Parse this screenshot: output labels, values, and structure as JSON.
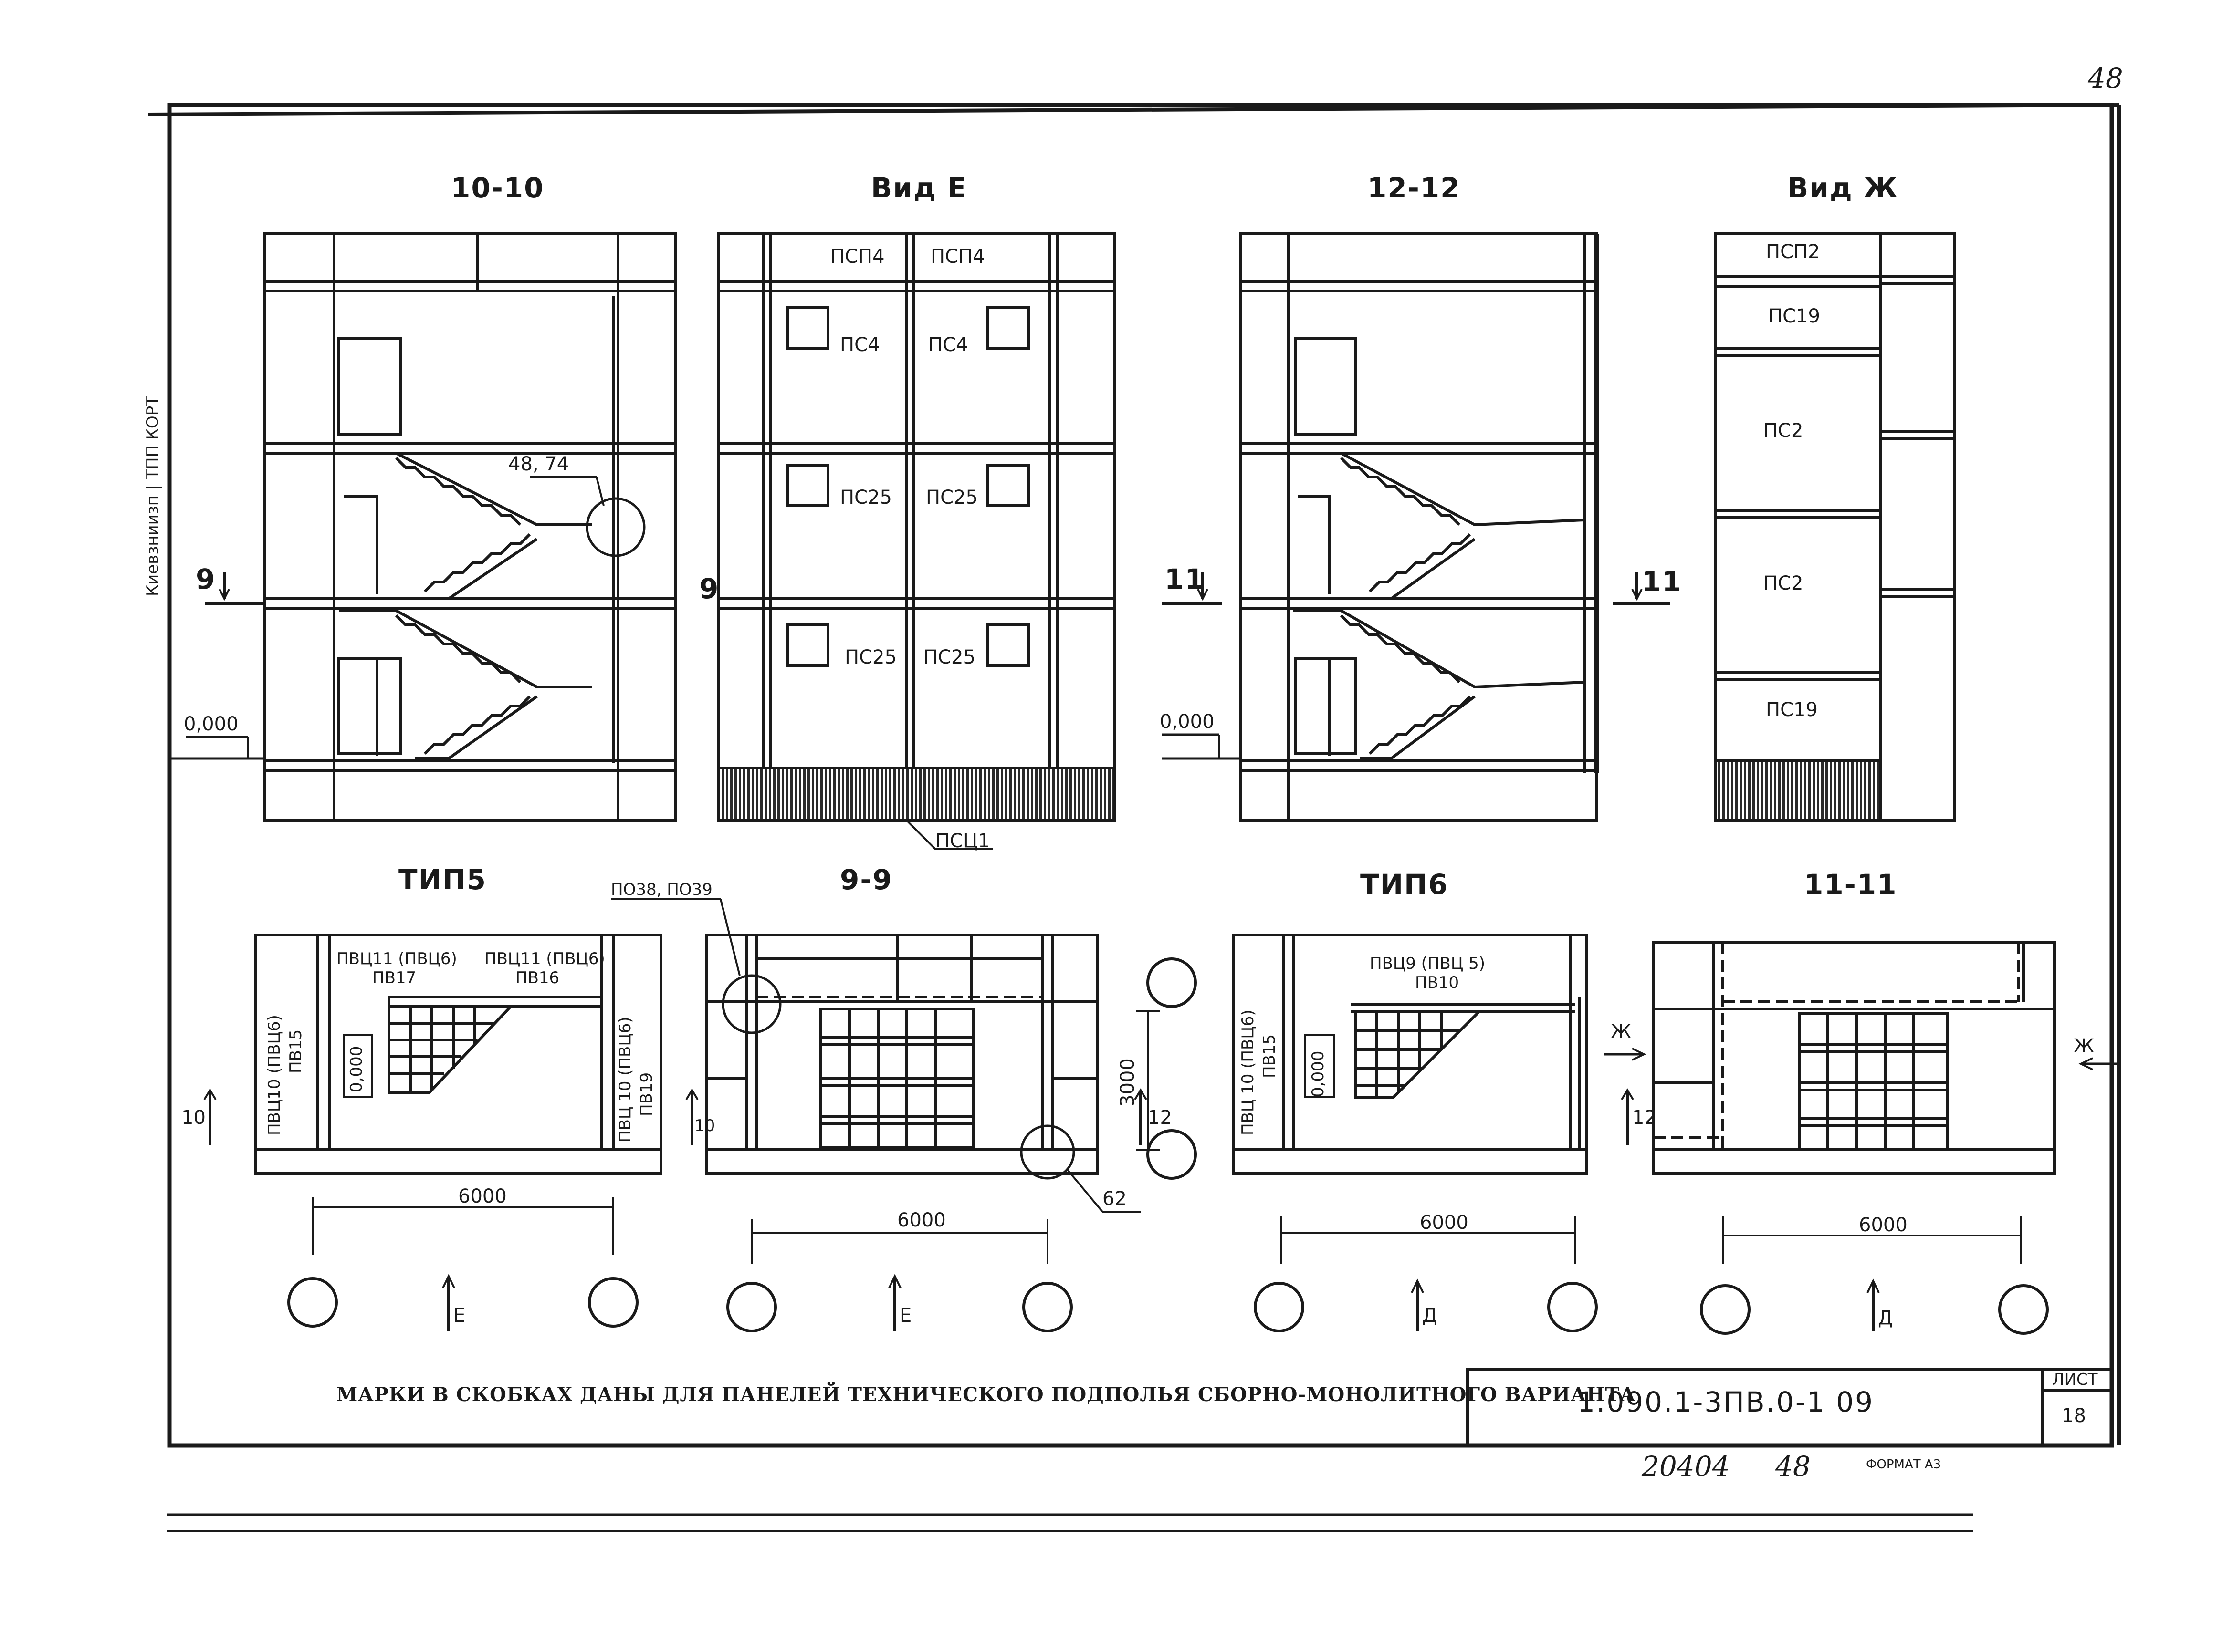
{
  "page_number_handwritten": "48",
  "side_stamp": "Киевзниизп | ТПП КОРТ",
  "views": {
    "v1010": {
      "title": "10-10",
      "mark_callout": "48, 74"
    },
    "vidE": {
      "title": "Вид Е",
      "panels": [
        "ПСП4",
        "ПСП4",
        "ПС4",
        "ПС4",
        "ПС25",
        "ПС25",
        "ПС25",
        "ПС25"
      ],
      "bottom_label": "ПСЦ1"
    },
    "v1212": {
      "title": "12-12"
    },
    "vidZh": {
      "title": "Вид Ж",
      "panels": [
        "ПСП2",
        "ПС19",
        "ПС2",
        "ПС2",
        "ПС19"
      ]
    },
    "tip5": {
      "title": "ТИП5",
      "labels": [
        "ПВЦ11 (ПВЦ6)",
        "ПВ17",
        "ПВЦ11 (ПВЦ6)",
        "ПВ16",
        "ПВЦ10 (ПВЦ6)",
        "ПВ15",
        "ПВЦ 10 (ПВЦ6)",
        "ПВ19"
      ],
      "level": "0,000",
      "dim": "6000",
      "section_mark": "10",
      "axis_arrow": "Е"
    },
    "v99": {
      "title": "9-9",
      "callout": "ПО38, ПО39",
      "dim": "6000",
      "vert_dim": "3000",
      "node": "62",
      "section_mark": "10",
      "axis_arrow": "Е"
    },
    "tip6": {
      "title": "ТИП6",
      "labels": [
        "ПВЦ9 (ПВЦ 5)",
        "ПВ10",
        "ПВЦ 10 (ПВЦ6)",
        "ПВ15"
      ],
      "level": "0,000",
      "dim": "6000",
      "section_mark": "12",
      "axis_arrow": "Д"
    },
    "v1111": {
      "title": "11-11",
      "dim": "6000",
      "section_mark": "12",
      "view_arrow": "Ж",
      "axis_arrow": "Д"
    }
  },
  "section_marks": {
    "left9": "9",
    "right9": "9",
    "left11": "11",
    "right11": "11"
  },
  "elevation_marks": [
    "0,000",
    "0,000"
  ],
  "view_arrows": [
    "Ж",
    "Ж"
  ],
  "note": "МАРКИ В СКОБКАХ ДАНЫ ДЛЯ ПАНЕЛЕЙ ТЕХНИЧЕСКОГО ПОДПОЛЬЯ СБОРНО-МОНОЛИТНОГО ВАРИАНТА",
  "title_block": {
    "code": "1.090.1-3ПВ.0-1   09",
    "sheet_label": "ЛИСТ",
    "sheet_number": "18"
  },
  "footer": {
    "inventory": "20404",
    "page": "48",
    "format": "ФОРМАТ А3"
  },
  "colors": {
    "ink": "#1a1a1a",
    "paper": "#ffffff"
  }
}
